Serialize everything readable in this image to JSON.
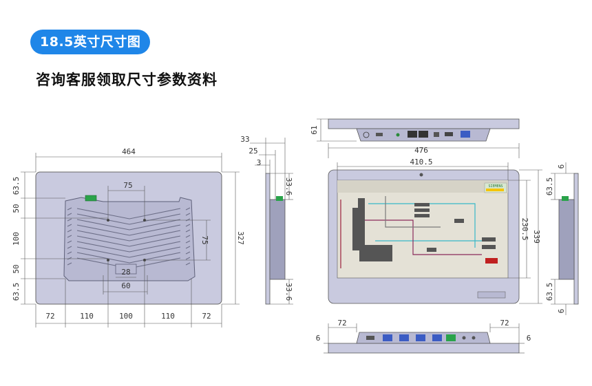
{
  "header": {
    "badge": "18.5英寸尺寸图",
    "subtitle": "咨询客服领取尺寸参数资料"
  },
  "back_view": {
    "width_label": "464",
    "height_label": "327",
    "left_dims": [
      "63.5",
      "50",
      "100",
      "50",
      "63.5"
    ],
    "bottom_dims": [
      "72",
      "110",
      "100",
      "110",
      "72"
    ],
    "inner_dims": [
      "75",
      "75",
      "28",
      "60"
    ]
  },
  "side_view": {
    "top_dims": [
      "33",
      "25",
      "3"
    ],
    "right_dims": [
      "33.6",
      "33.6"
    ]
  },
  "front_view": {
    "top_depth": "61",
    "width_outer": "476",
    "width_inner": "410.5",
    "height_inner": "230.5",
    "height_outer": "339",
    "logo": "SIEMENS"
  },
  "right_view": {
    "dims": [
      "6",
      "63.5",
      "63.5",
      "6"
    ]
  },
  "bottom_view": {
    "dims": [
      "72",
      "72",
      "6",
      "6"
    ]
  },
  "colors": {
    "badge": "#1f86e8",
    "panel": "#c9cadf",
    "panel_dark": "#5d5f78",
    "dim_line": "#555555"
  }
}
